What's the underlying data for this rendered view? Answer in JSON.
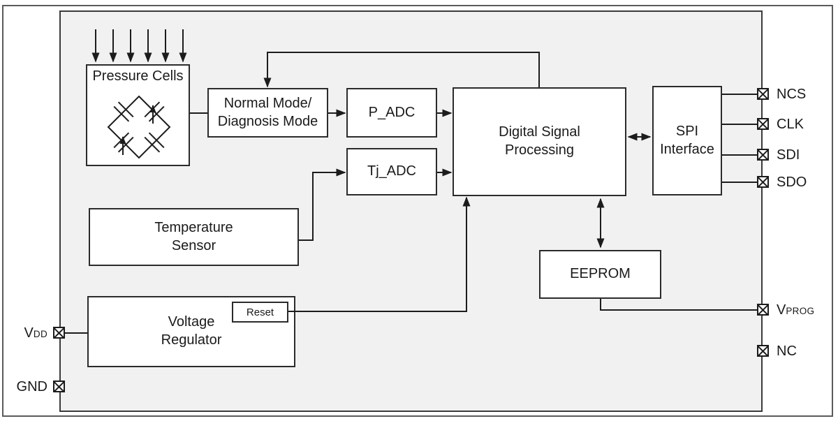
{
  "figure": {
    "kind": "IC block diagram",
    "blocks": {
      "pressure_cells": {
        "label": "Pressure Cells"
      },
      "normal_mode": {
        "label": "Normal Mode/\nDiagnosis Mode"
      },
      "p_adc": {
        "label": "P_ADC"
      },
      "tj_adc": {
        "label": "Tj_ADC"
      },
      "dsp": {
        "label": "Digital Signal\nProcessing"
      },
      "spi": {
        "label": "SPI\nInterface"
      },
      "temperature_sensor": {
        "label": "Temperature\nSensor"
      },
      "eeprom": {
        "label": "EEPROM"
      },
      "voltage_regulator": {
        "label": "Voltage\nRegulator"
      },
      "reset": {
        "label": "Reset"
      }
    },
    "pins": {
      "right": [
        {
          "label": "NCS"
        },
        {
          "label": "CLK"
        },
        {
          "label": "SDI"
        },
        {
          "label": "SDO"
        },
        {
          "label": "VPROG",
          "base": "V",
          "sub": "PROG"
        },
        {
          "label": "NC"
        }
      ],
      "left": [
        {
          "label": "VDD",
          "base": "V",
          "sub": "DD"
        },
        {
          "label": "GND"
        }
      ]
    },
    "icons": {
      "pressure_cells_symbol": "wheatstone-bridge-icon",
      "pin_symbol": "crossed-square-pin-icon",
      "pressure_input_symbol": "down-arrows-icon"
    },
    "colors": {
      "chip_background": "#f1f1f2",
      "block_background": "#ffffff",
      "line": "#1c1c1c",
      "text": "#1a1a1a",
      "outer_frame": "#5a5a5a"
    }
  }
}
